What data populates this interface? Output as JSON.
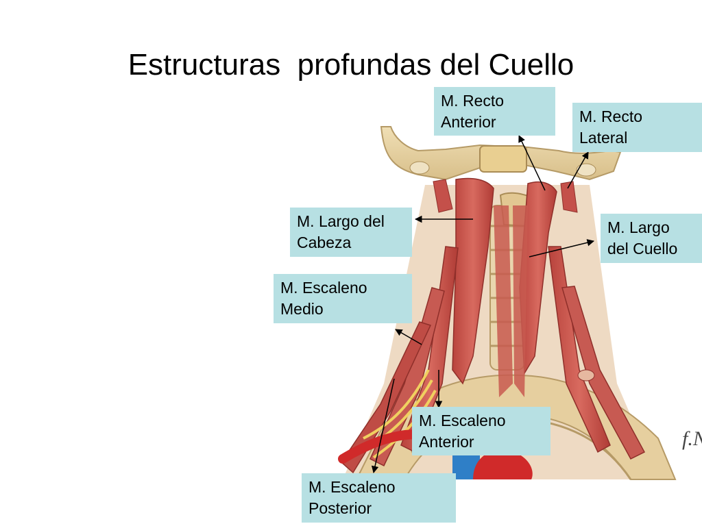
{
  "slide": {
    "title": "Estructuras  profundas del Cuello"
  },
  "labels": {
    "recto_anterior": [
      "M. Recto",
      "Anterior"
    ],
    "recto_lateral": [
      "M. Recto",
      "Lateral"
    ],
    "largo_cabeza": [
      "M. Largo del",
      "Cabeza"
    ],
    "largo_cuello": [
      "M. Largo",
      "del Cuello"
    ],
    "escaleno_medio": [
      "M. Escaleno",
      "Medio"
    ],
    "escaleno_anterior": [
      "M. Escaleno",
      "Anterior"
    ],
    "escaleno_posterior": [
      "M. Escaleno",
      "Posterior"
    ]
  },
  "colors": {
    "label_bg": "#b7e0e3",
    "muscle": "#c9524a",
    "bone": "#e8d3a3",
    "artery": "#d02a2a",
    "vein": "#2f7fc7"
  }
}
